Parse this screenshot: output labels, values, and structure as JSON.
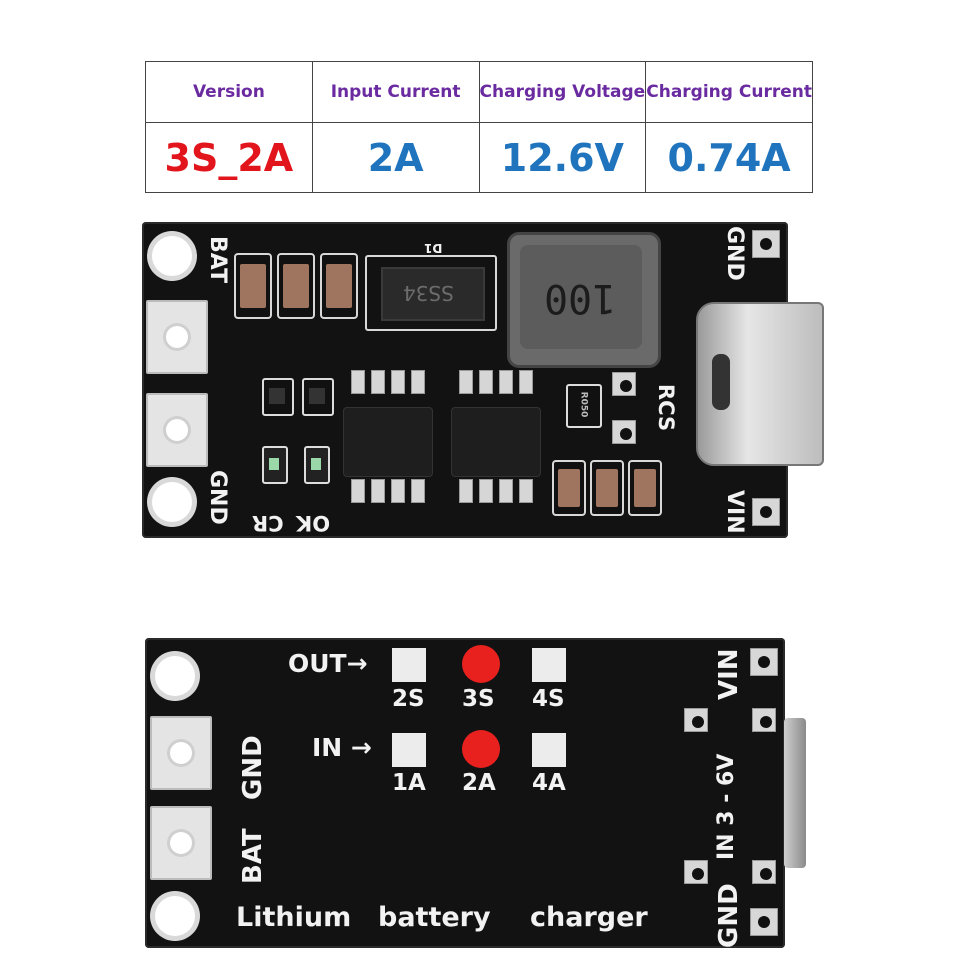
{
  "spec_table": {
    "headers": [
      "Version",
      "Input Current",
      "Charging Voltage",
      "Charging Current"
    ],
    "values": [
      "3S_2A",
      "2A",
      "12.6V",
      "0.74A"
    ],
    "colors": {
      "header": "#6a2aa0",
      "version": "#e2141c",
      "value": "#1f74bd"
    }
  },
  "top_board": {
    "labels": {
      "bat": "BAT",
      "gnd_left": "GND",
      "gnd_right": "GND",
      "vin": "VIN",
      "rcs": "RCS",
      "ok": "OK",
      "cr": "CR",
      "d1": "D1",
      "diode_mark": "SS34",
      "inductor_mark": "100",
      "resistor_mark": "R050"
    }
  },
  "bottom_board": {
    "out_label": "OUT→",
    "in_label": "IN →",
    "out_options": [
      "2S",
      "3S",
      "4S"
    ],
    "in_options": [
      "1A",
      "2A",
      "4A"
    ],
    "selected_out": "3S",
    "selected_in": "2A",
    "labels": {
      "vin": "VIN",
      "gnd_top": "GND",
      "bat": "BAT",
      "gnd_bottom": "GND",
      "input_range": "IN  3 - 6V",
      "title_1": "Lithium",
      "title_2": "battery",
      "title_3": "charger"
    }
  }
}
